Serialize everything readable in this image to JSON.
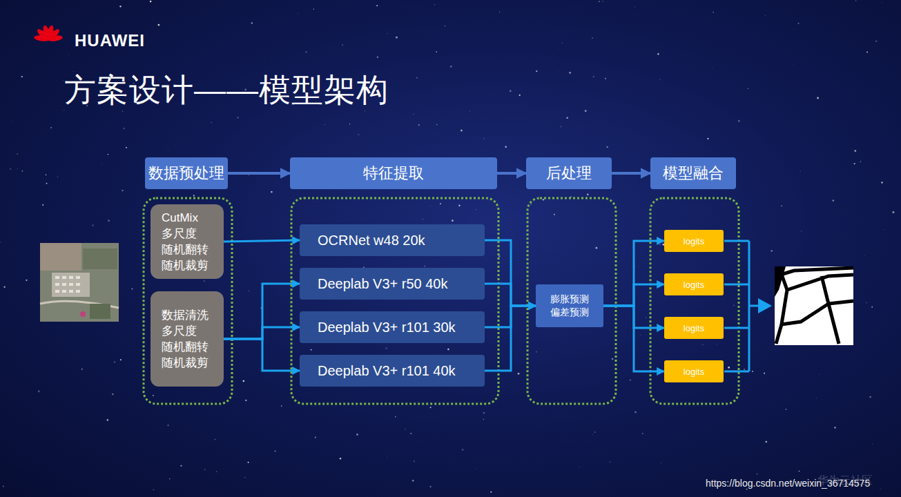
{
  "diagram": {
    "title": "方案设计——模型架构",
    "nodes": [
      {
        "text": [
          "数据预处理"
        ]
      },
      {
        "text": [
          "特征提取"
        ]
      },
      {
        "text": [
          "后处理"
        ]
      },
      {
        "text": [
          "模型融合"
        ]
      },
      {
        "text": [
          "CutMix 多尺度 随机翻转 随机裁剪"
        ]
      },
      {
        "text": [
          "数据清洗 多尺度 随机翻转 随机裁剪"
        ]
      },
      {
        "text": [
          "OCRNet w48 20k"
        ]
      },
      {
        "text": [
          "Deeplab V3+ r50 40k"
        ]
      },
      {
        "text": [
          "Deeplab V3+ r101 30k"
        ]
      },
      {
        "text": [
          "Deeplab V3+ r101 40k"
        ]
      },
      {
        "text": [
          "膨胀预测 偏差预测"
        ]
      },
      {
        "text": [
          "logits"
        ]
      },
      {
        "text": [
          "logits"
        ]
      },
      {
        "text": [
          "logits"
        ]
      },
      {
        "text": [
          "logits"
        ]
      }
    ],
    "edges": [
      {
        "from": 0,
        "to": 1,
        "arrow": "to"
      },
      {
        "from": 1,
        "to": 2,
        "arrow": "to"
      },
      {
        "from": 2,
        "to": 3,
        "arrow": "to"
      },
      {
        "from": 4,
        "to": 6,
        "arrow": "to"
      },
      {
        "from": 5,
        "to": 7,
        "arrow": "to"
      },
      {
        "from": 5,
        "to": 8,
        "arrow": "to"
      },
      {
        "from": 5,
        "to": 9,
        "arrow": "to"
      },
      {
        "from": 6,
        "to": 10,
        "arrow": "to"
      },
      {
        "from": 7,
        "to": 10,
        "arrow": "to"
      },
      {
        "from": 8,
        "to": 10,
        "arrow": "to"
      },
      {
        "from": 9,
        "to": 10,
        "arrow": "to"
      },
      {
        "from": 10,
        "to": 11,
        "arrow": "to"
      },
      {
        "from": 10,
        "to": 12,
        "arrow": "to"
      },
      {
        "from": 10,
        "to": 13,
        "arrow": "to"
      },
      {
        "from": 10,
        "to": 14,
        "arrow": "to"
      }
    ],
    "labels": [
      "HUAWEI",
      "https://blog.csdn.net/weixin_36714575",
      "华为云社区"
    ]
  }
}
